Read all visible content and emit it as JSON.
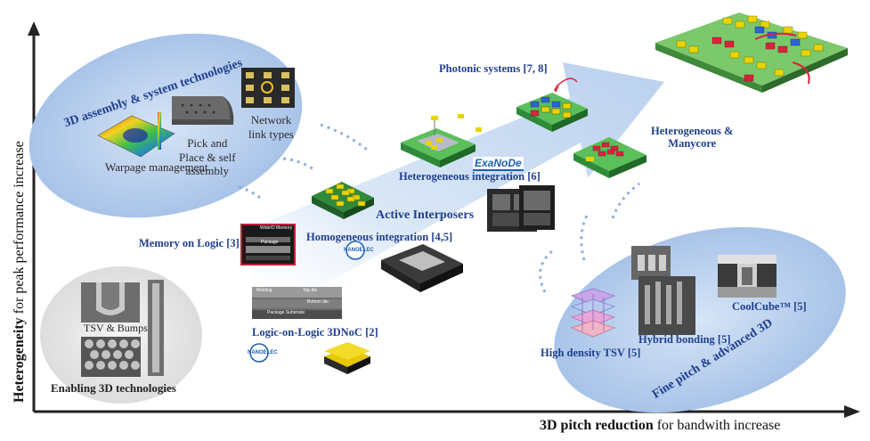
{
  "axes": {
    "x_bold": "3D pitch reduction",
    "x_rest": " for bandwith increase",
    "y_bold": "Heterogeneity",
    "y_rest": " for peak performance increase"
  },
  "assembly": {
    "title": "3D assembly & system technologies",
    "warpage": "Warpage management",
    "pick_place_1": "Pick and",
    "pick_place_2": "Place & self",
    "pick_place_3": "assembly",
    "network_1": "Network",
    "network_2": "link types"
  },
  "enabling": {
    "tsv": "TSV & Bumps",
    "title": "Enabling 3D technologies"
  },
  "fine_pitch": {
    "title": "Fine pitch & advanced 3D",
    "high_density": "High density TSV [5]",
    "hybrid": "Hybrid bonding [5]",
    "coolcube": "CoolCube™ [5]"
  },
  "roadmap": {
    "photonic": "Photonic systems [7, 8]",
    "heterogeneous_1": "Heterogeneous &",
    "heterogeneous_2": "Manycore",
    "hetero_integration": "Heterogeneous integration [6]",
    "active_interposers": "Active Interposers",
    "homogeneous": "Homogeneous integration [4,5]",
    "memory_on_logic": "Memory on Logic [3]",
    "logic_on_logic": "Logic-on-Logic 3DNoC [2]"
  },
  "chip_labels": {
    "exanode": "ExaNoDe",
    "nanoelec": "NANOELEC",
    "wideio": "WideIO Memory",
    "package": "Package",
    "molding": "Molding",
    "top_die": "Top die",
    "bottom_die": "Bottom die",
    "package_substrate": "Package Substrate"
  },
  "colors": {
    "ellipse": "#a9c4ea",
    "arrow": "#cfe0f5",
    "axis": "#222222",
    "label_blue": "#1f3f8f",
    "chip_yellow": "#e8d400",
    "chip_red": "#d9233d",
    "chip_blue": "#2d62d6",
    "board_green": "#7bc96b"
  }
}
